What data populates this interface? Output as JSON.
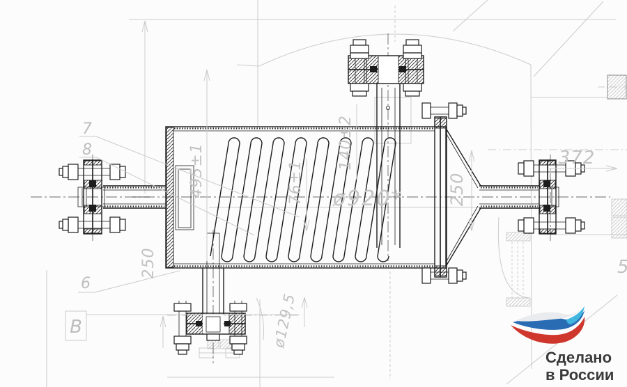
{
  "drawing": {
    "labels": {
      "item_7": "7",
      "item_8": "8",
      "item_6": "6",
      "view_marker": "В"
    },
    "dimensions": {
      "height_495": "495±1",
      "pitch_76": "76±1",
      "offset_140": "140±2",
      "coil_dia_920": "ø920*",
      "cone_250": "250",
      "left_250": "250",
      "nozzle_dia_129": "ø129,5",
      "span_372": "372",
      "partial_5": "5"
    }
  },
  "logo": {
    "line1": "Сделано",
    "line2": "в России",
    "colors": {
      "red": "#cf372c",
      "blue": "#2a6cb4",
      "cyan": "#41b6e0",
      "wing_white": "#e9ebee",
      "text": "#3a3a3b"
    }
  },
  "colors": {
    "main_line": "#1d1d1d",
    "ghost_line": "#cbcbcb",
    "dim_text": "#c2c2c2"
  }
}
